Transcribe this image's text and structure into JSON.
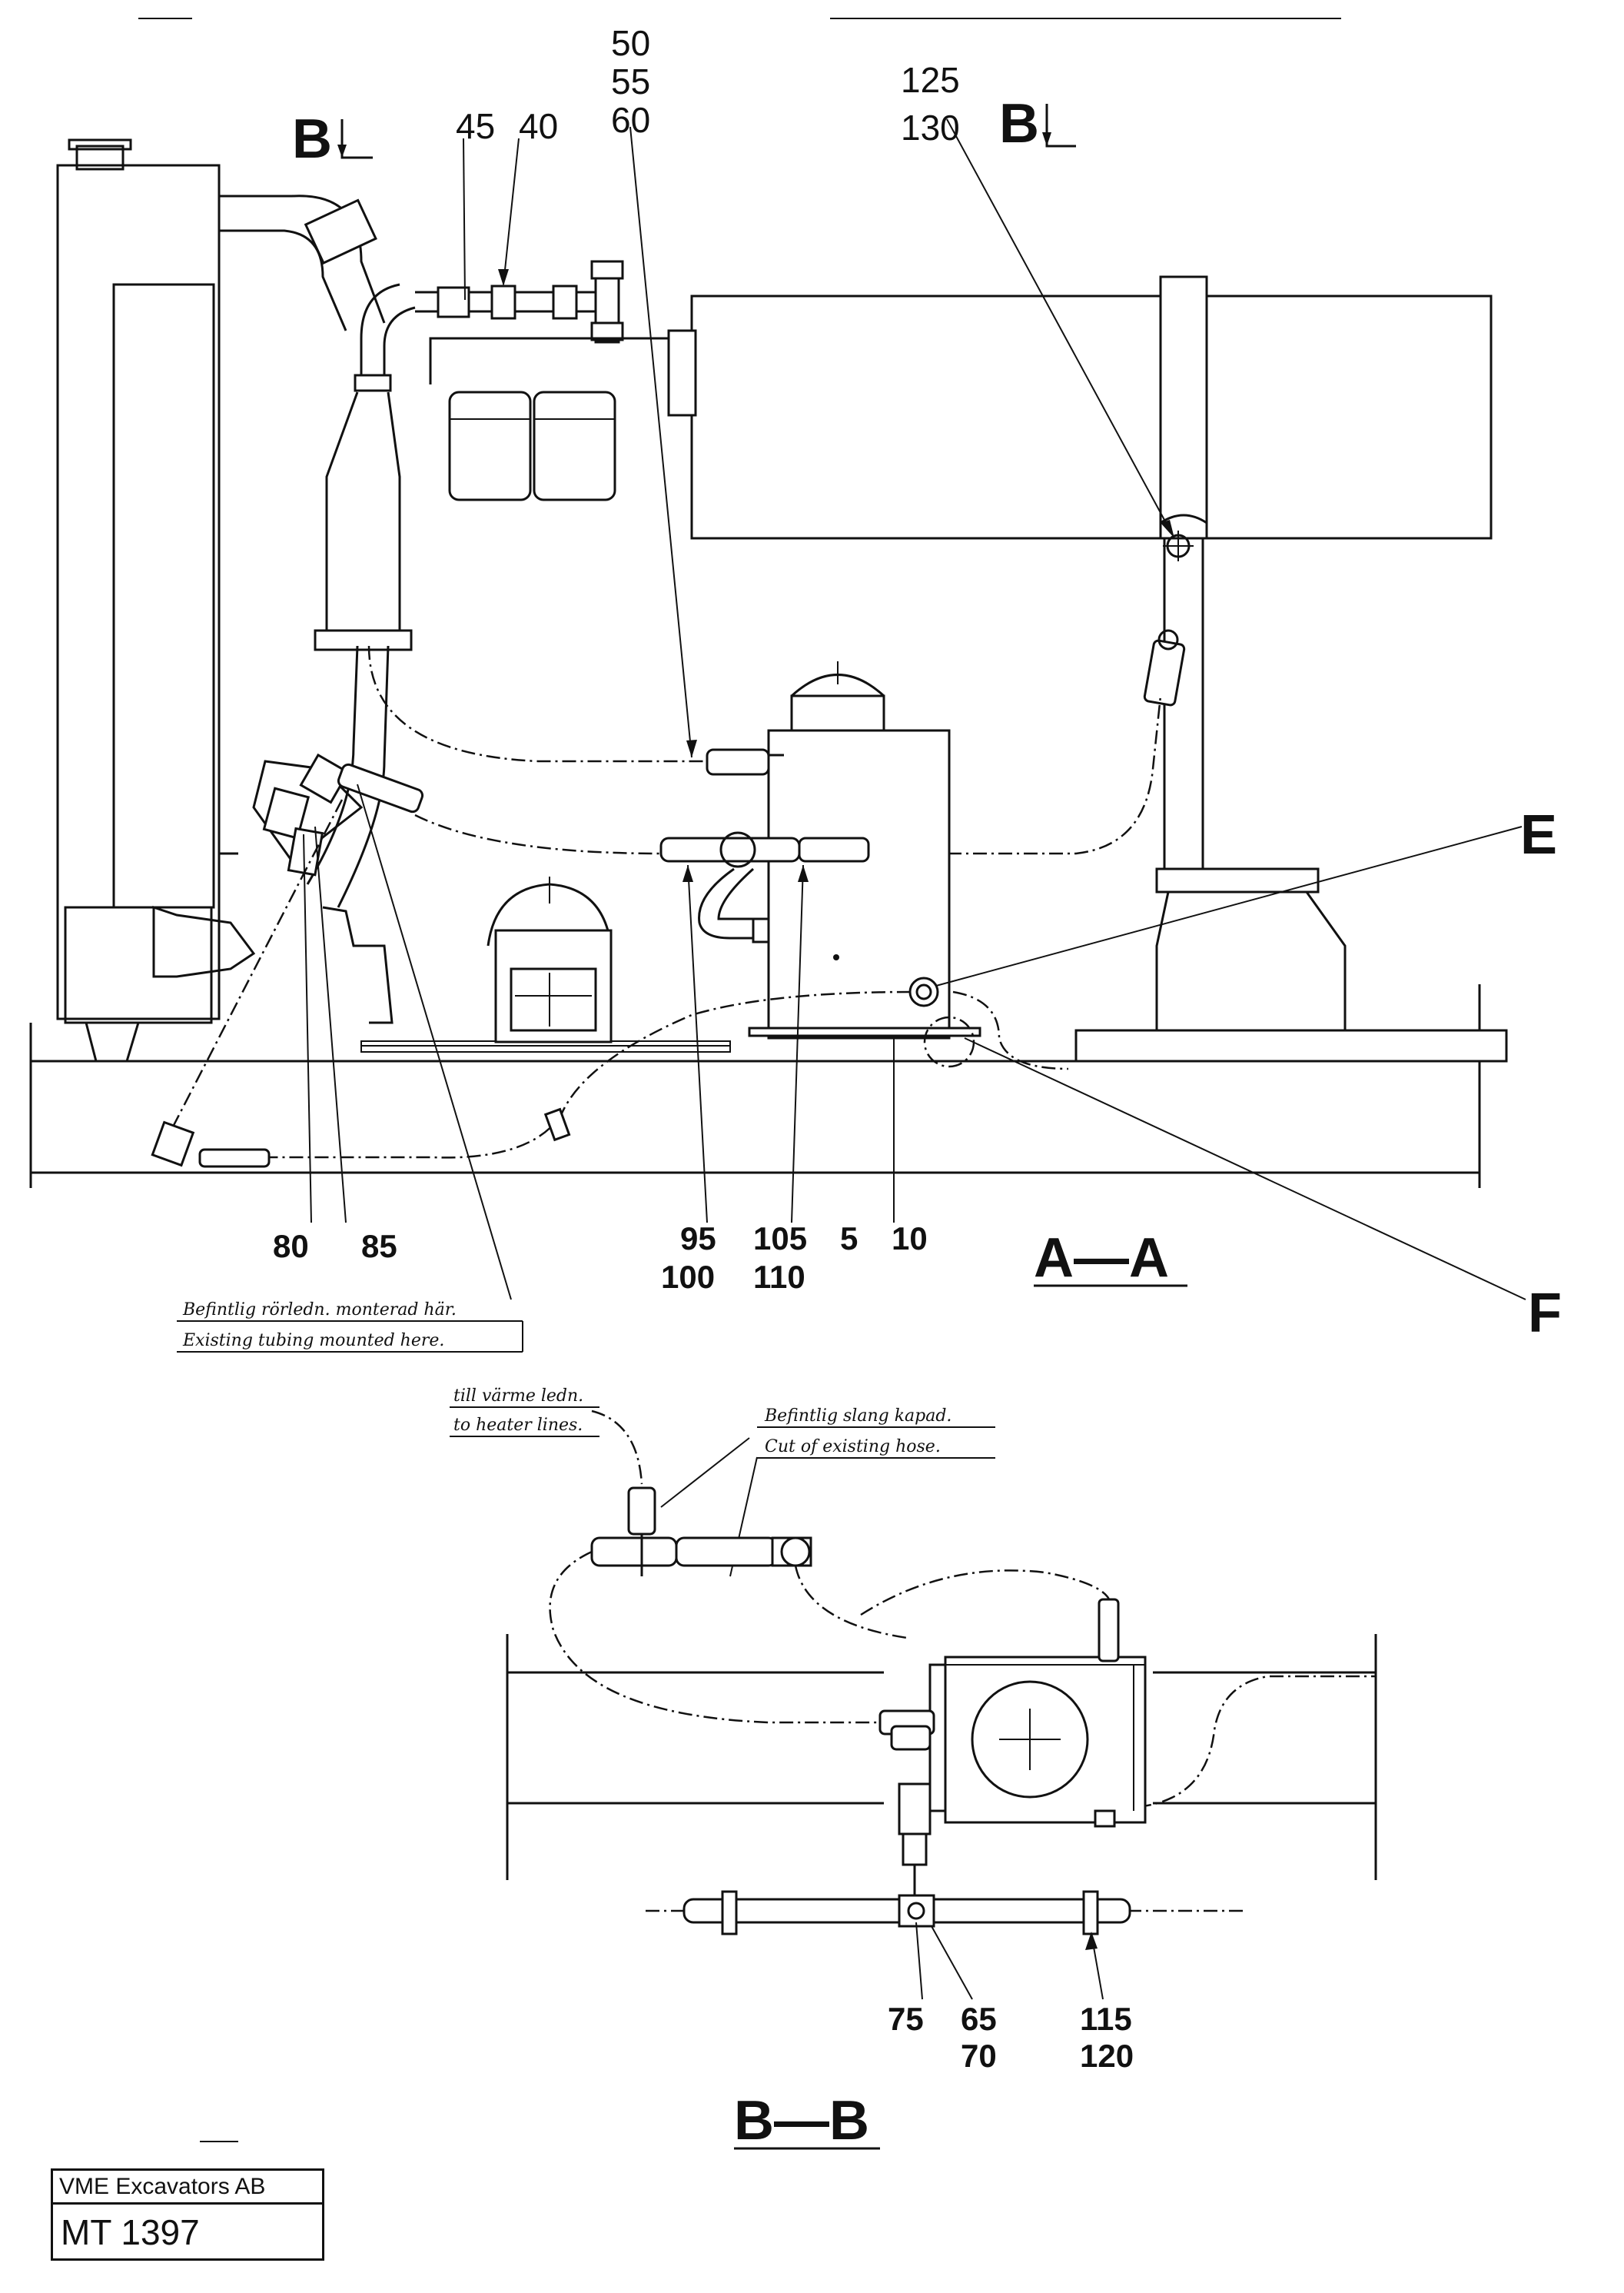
{
  "section_markers": {
    "b_left": "B",
    "b_right": "B"
  },
  "callouts": {
    "c45": "45",
    "c40": "40",
    "c50": "50",
    "c55": "55",
    "c60": "60",
    "c125": "125",
    "c130": "130",
    "c80": "80",
    "c85": "85",
    "c95": "95",
    "c100": "100",
    "c105": "105",
    "c110": "110",
    "c5": "5",
    "c10": "10",
    "c75": "75",
    "c65": "65",
    "c70": "70",
    "c115": "115",
    "c120": "120",
    "detail_e": "E",
    "detail_f": "F"
  },
  "section_titles": {
    "aa": "A—A",
    "bb": "B—B"
  },
  "notes": {
    "existing_tubing_sv": "Befintlig rörledn. monterad här.",
    "existing_tubing_en": "Existing tubing mounted here.",
    "heater_lines_sv": "till värme ledn.",
    "heater_lines_en": "to heater lines.",
    "cut_hose_sv": "Befintlig slang kapad.",
    "cut_hose_en": "Cut of existing hose."
  },
  "title_block": {
    "company": "VME Excavators AB",
    "drawing_code": "MT 1397"
  }
}
